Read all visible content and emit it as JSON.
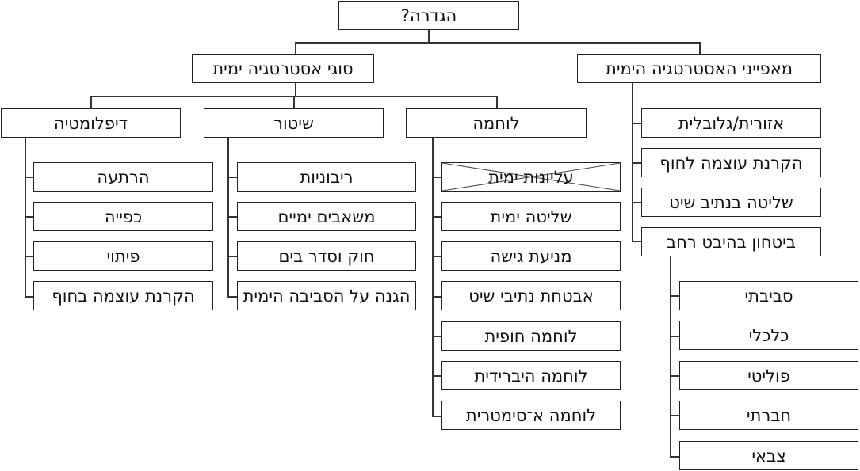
{
  "root": {
    "label": "הגדרה?"
  },
  "branches": {
    "types": {
      "label": "סוגי אסטרטגיה ימית",
      "children": [
        {
          "label": "לוחמה",
          "items": [
            {
              "label": "עליונות ימית",
              "crossed_out": true
            },
            {
              "label": "שליטה ימית"
            },
            {
              "label": "מניעת גישה"
            },
            {
              "label": "אבטחת נתיבי שיט"
            },
            {
              "label": "לוחמה חופית"
            },
            {
              "label": "לוחמה היברידית"
            },
            {
              "label": "לוחמה א־סימטרית"
            }
          ]
        },
        {
          "label": "שיטור",
          "items": [
            {
              "label": "ריבוניות"
            },
            {
              "label": "משאבים ימיים"
            },
            {
              "label": "חוק וסדר בים"
            },
            {
              "label": "הגנה על הסביבה הימית"
            }
          ]
        },
        {
          "label": "דיפלומטיה",
          "items": [
            {
              "label": "הרתעה"
            },
            {
              "label": "כפייה"
            },
            {
              "label": "פיתוי"
            },
            {
              "label": "הקרנת עוצמה בחוף"
            }
          ]
        }
      ]
    },
    "characteristics": {
      "label": "מאפייני האסטרטגיה הימית",
      "items": [
        {
          "label": "אזורית/גלובלית"
        },
        {
          "label": "הקרנת עוצמה לחוף"
        },
        {
          "label": "שליטה בנתיב שיט"
        },
        {
          "label": "ביטחון בהיבט רחב"
        }
      ],
      "sub_items": [
        {
          "label": "סביבתי"
        },
        {
          "label": "כלכלי"
        },
        {
          "label": "פוליטי"
        },
        {
          "label": "חברתי"
        },
        {
          "label": "צבאי"
        }
      ]
    }
  },
  "colors": {
    "line": "#333333",
    "border": "#222222",
    "text": "#111111",
    "background": "#ffffff"
  }
}
